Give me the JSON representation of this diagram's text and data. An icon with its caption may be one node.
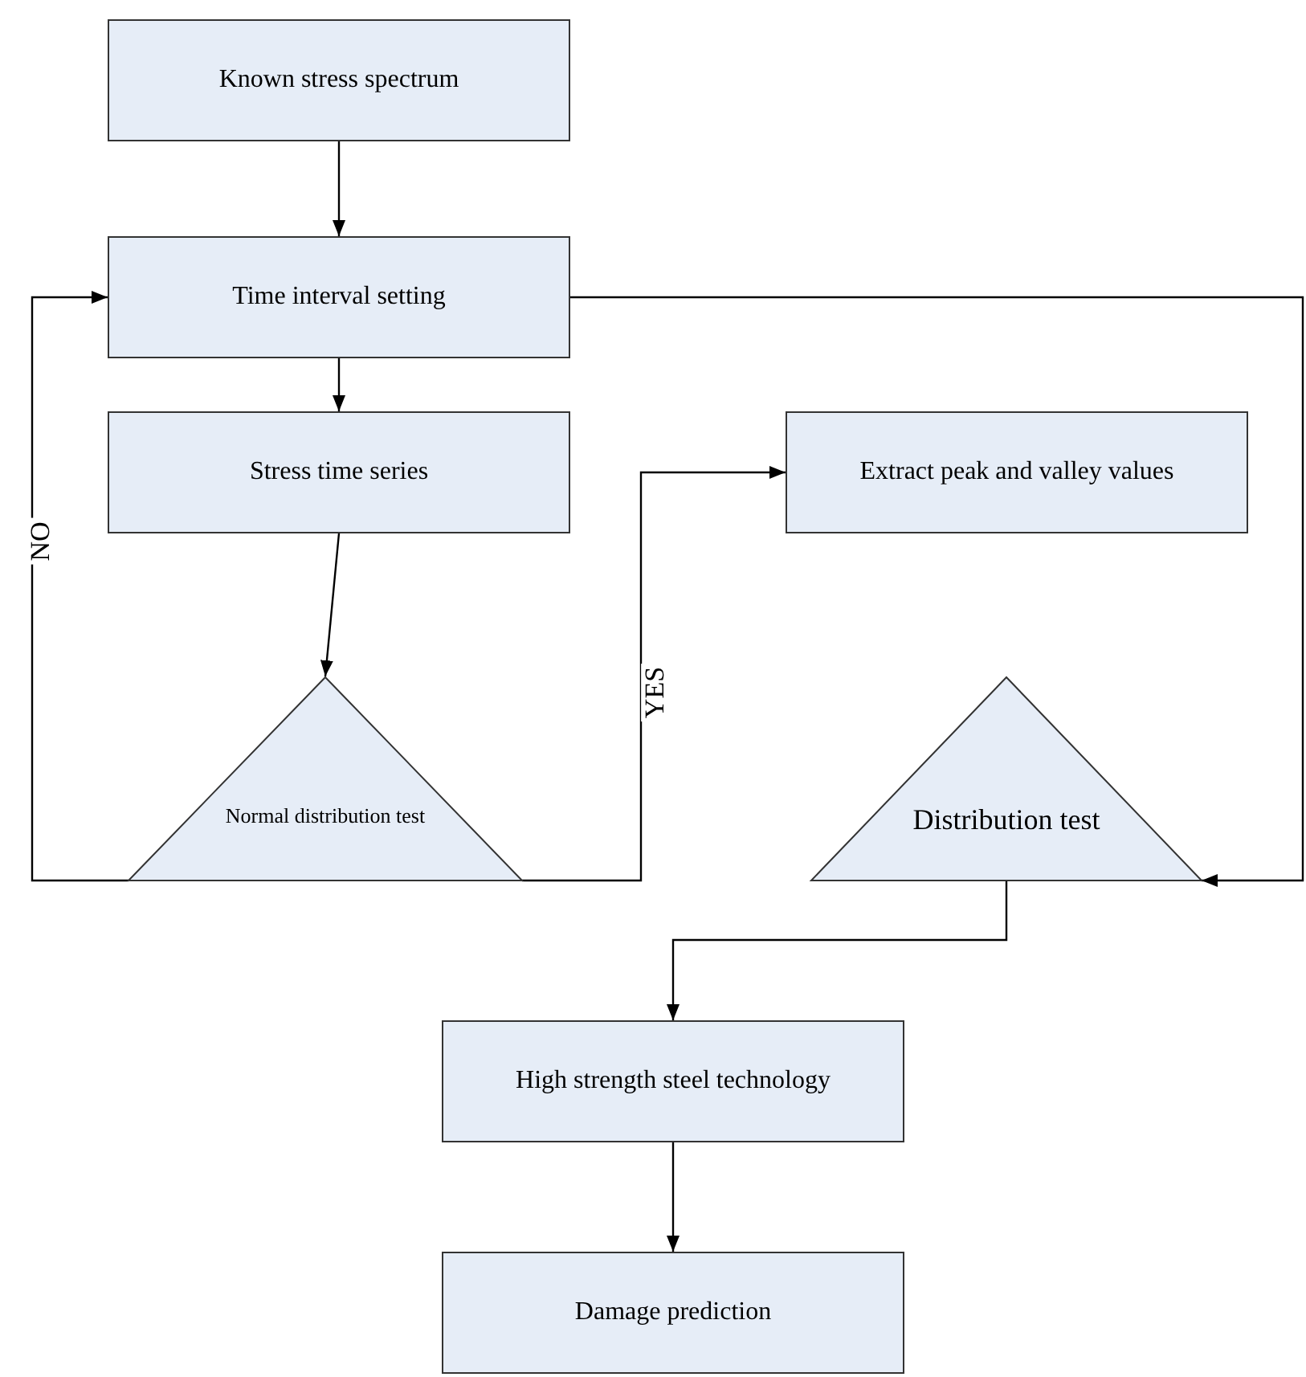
{
  "diagram": {
    "nodes": [
      {
        "text": [
          "Known stress spectrum"
        ]
      },
      {
        "text": [
          "Time interval setting"
        ]
      },
      {
        "text": [
          "Stress time series"
        ]
      },
      {
        "text": [
          "Normal distribution test"
        ]
      },
      {
        "text": [
          "Extract peak and valley values"
        ]
      },
      {
        "text": [
          "Distribution test"
        ]
      },
      {
        "text": [
          "High strength steel technology"
        ]
      },
      {
        "text": [
          "Damage prediction"
        ]
      }
    ],
    "edges": [
      {
        "from": 0,
        "to": 1,
        "arrow": "to"
      },
      {
        "from": 1,
        "to": 2,
        "arrow": "to"
      },
      {
        "from": 2,
        "to": 3,
        "arrow": "to"
      },
      {
        "from": 3,
        "to": 1,
        "arrow": "to",
        "label": "NO"
      },
      {
        "from": 3,
        "to": 4,
        "arrow": "to",
        "label": "YES"
      },
      {
        "from": 1,
        "to": 5,
        "arrow": "to"
      },
      {
        "from": 5,
        "to": 6,
        "arrow": "to"
      },
      {
        "from": 6,
        "to": 7,
        "arrow": "to"
      }
    ]
  }
}
